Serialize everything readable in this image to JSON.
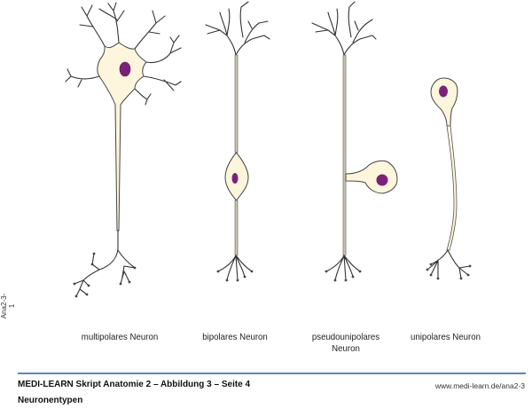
{
  "figure": {
    "neurons": [
      {
        "id": "multipolar",
        "label": "multipolares Neuron"
      },
      {
        "id": "bipolar",
        "label": "bipolares Neuron"
      },
      {
        "id": "pseudounipolar",
        "label_line1": "pseudounipolares",
        "label_line2": "Neuron"
      },
      {
        "id": "unipolar",
        "label": "unipolares Neuron"
      }
    ],
    "side_code": "Ana2-3-1",
    "colors": {
      "soma_fill": "#fdf5dc",
      "nucleus_fill": "#7b2278",
      "outline": "#444444",
      "footer_rule": "#5a86c5"
    }
  },
  "footer": {
    "title": "MEDI-LEARN Skript Anatomie 2 – Abbildung 3 – Seite 4",
    "url": "www.medi-learn.de/ana2-3",
    "subtitle": "Neuronentypen"
  }
}
